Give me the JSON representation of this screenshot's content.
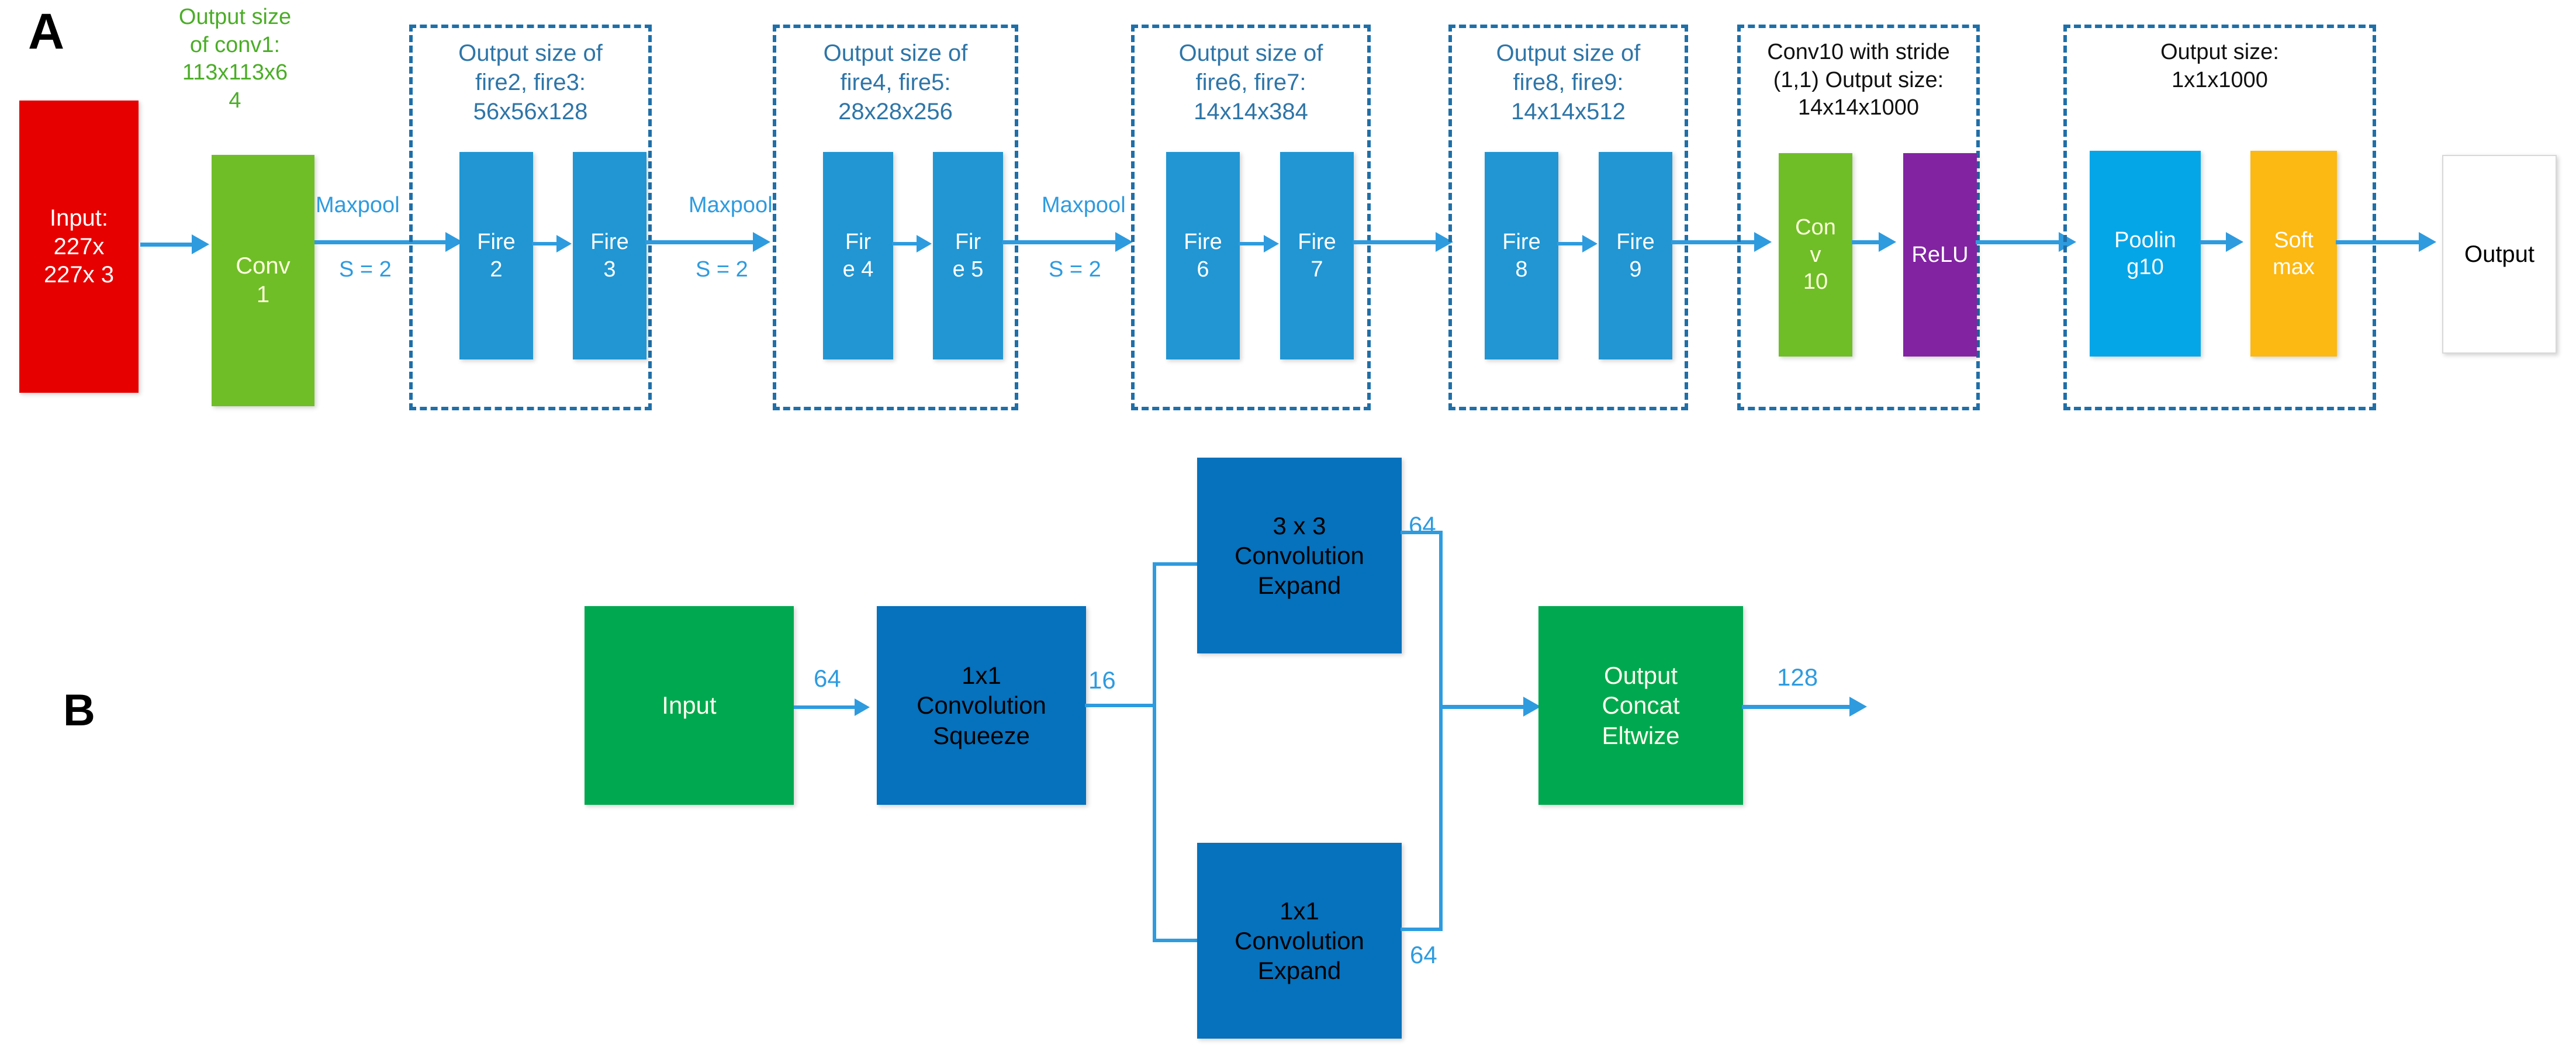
{
  "figure": {
    "panels": [
      {
        "letter": "A",
        "name": "squeezenet-architecture"
      },
      {
        "letter": "B",
        "name": "fire-module-detail"
      }
    ]
  },
  "colors": {
    "input_red": "#E60000",
    "conv_green": "#6FBE28",
    "fire_blue": "#2196D3",
    "relu_purple": "#8223A2",
    "pool_cyan": "#05A6E8",
    "softmax_orange": "#FCB813",
    "output_white": "#FFFFFF",
    "dashed_border": "#1F6FA8",
    "arrow_blue": "#2E9BDF",
    "panelB_green": "#00A94F",
    "panelB_blue": "#0671BC",
    "caption_blue": "#2E75A8",
    "caption_green": "#4BAD27"
  },
  "panelA": {
    "blocks": {
      "input": "Input:\n227x\n227x 3",
      "conv1": "Conv\n1",
      "fire2": "Fire\n2",
      "fire3": "Fire\n3",
      "fire4": "Fir\ne 4",
      "fire5": "Fir\ne 5",
      "fire6": "Fire\n6",
      "fire7": "Fire\n7",
      "fire8": "Fire\n8",
      "fire9": "Fire\n9",
      "conv10": "Con\nv\n10",
      "relu": "ReLU",
      "pooling10": "Poolin\ng10",
      "softmax": "Soft\nmax",
      "output": "Output"
    },
    "captions": {
      "conv1_out": "Output size\nof conv1:\n113x113x6\n4",
      "fire23": "Output size of\nfire2, fire3:\n56x56x128",
      "fire45": "Output size of\nfire4, fire5:\n28x28x256",
      "fire67": "Output size of\nfire6, fire7:\n14x14x384",
      "fire89": "Output size of\nfire8, fire9:\n14x14x512",
      "conv10": "Conv10 with stride\n(1,1) Output size:\n14x14x1000",
      "final": "Output size:\n1x1x1000"
    },
    "edge_labels": {
      "maxpool1": "Maxpool",
      "stride1": "S = 2",
      "maxpool2": "Maxpool",
      "stride2": "S = 2",
      "maxpool3": "Maxpool",
      "stride3": "S = 2"
    }
  },
  "panelB": {
    "blocks": {
      "input": "Input",
      "squeeze": "1x1\nConvolution\nSqueeze",
      "expand3x3": "3 x 3\nConvolution\nExpand",
      "expand1x1": "1x1\nConvolution\nExpand",
      "concat": "Output\nConcat\nEltwize"
    },
    "edge_labels": {
      "in_channels": "64",
      "squeeze_out": "16",
      "expand3x3_out": "64",
      "expand1x1_out": "64",
      "concat_out": "128"
    }
  }
}
